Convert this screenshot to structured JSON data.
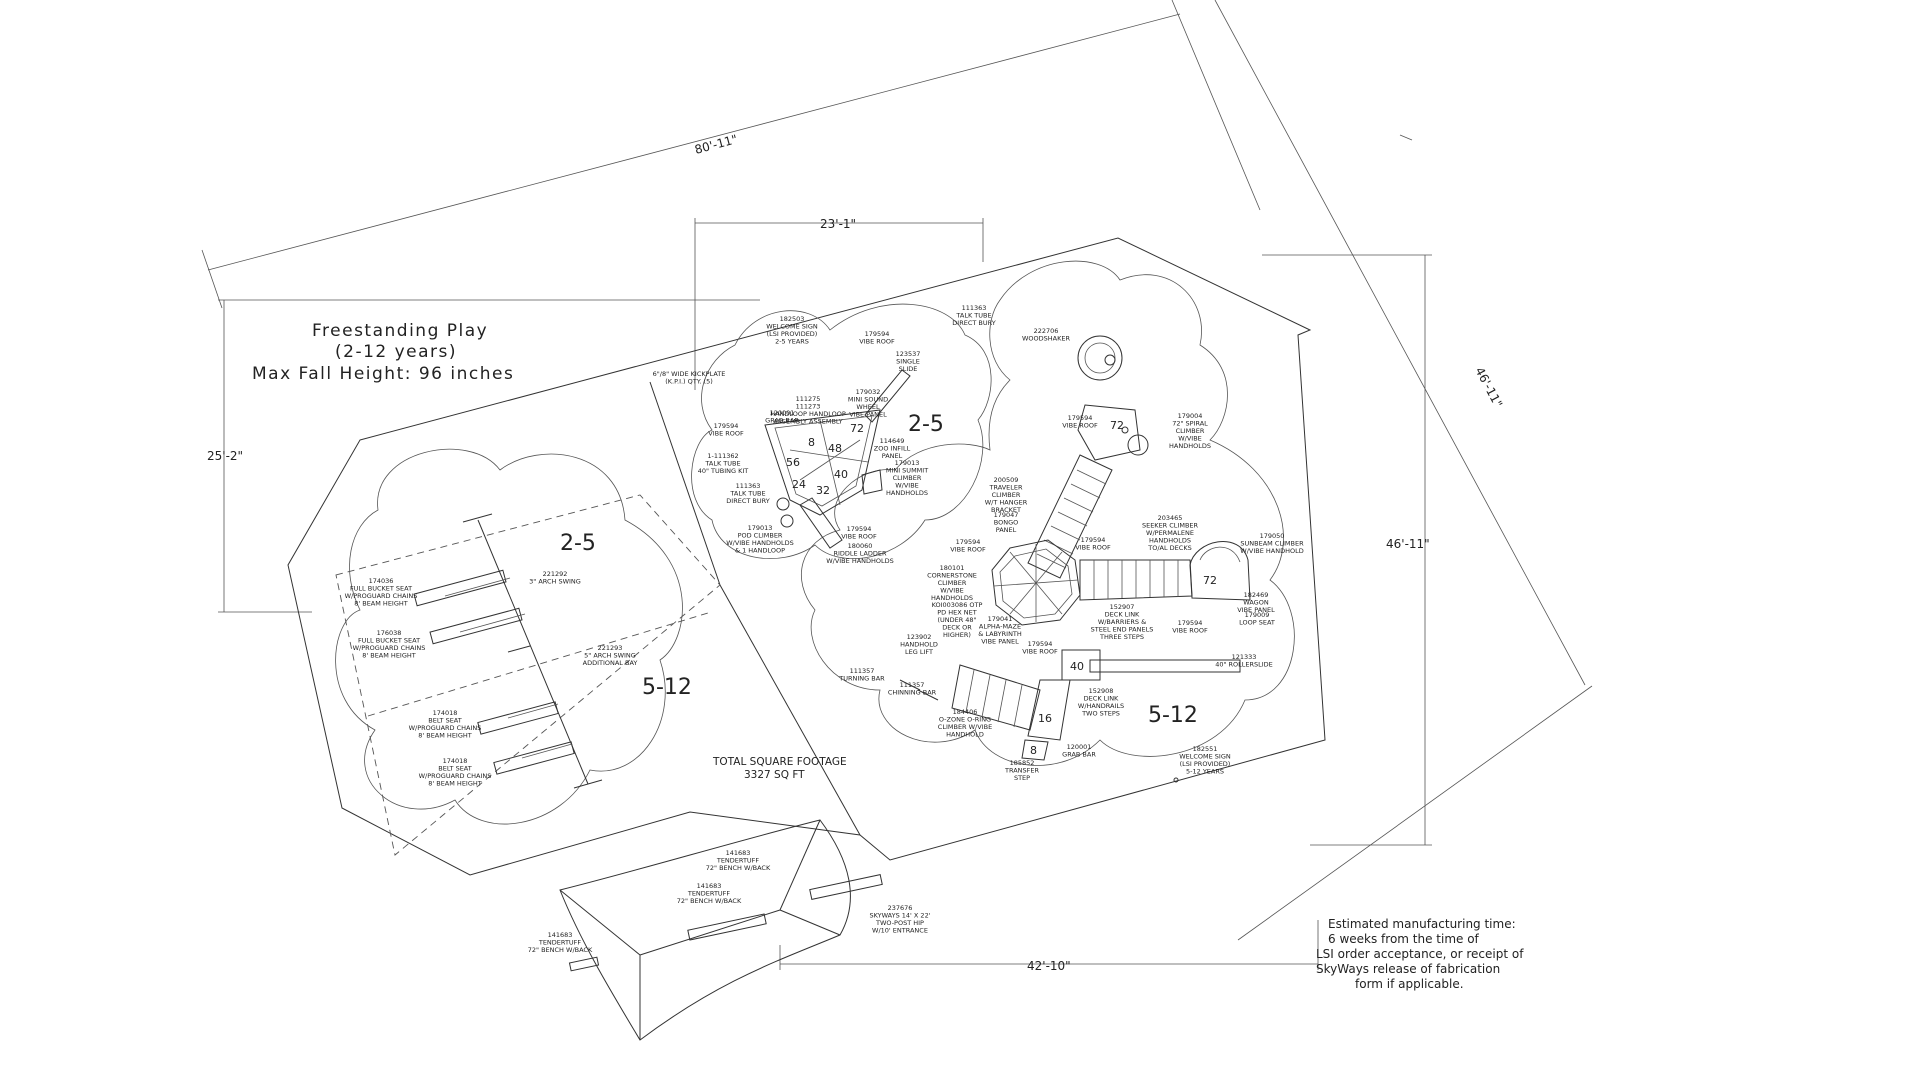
{
  "title_block": {
    "line1": "Freestanding Play",
    "line2": "(2-12 years)",
    "line3": "Max Fall Height: 96 inches"
  },
  "dimensions": {
    "overall_length": "80'-11\"",
    "width_right_outer": "46'-11\"",
    "width_right_inner": "46'-11\"",
    "top_span": "23'-1\"",
    "left_height": "25'-2\"",
    "bottom_span": "42'-10\""
  },
  "zones": {
    "swing_upper": "2-5",
    "swing_lower": "5-12",
    "tot_area": "2-5",
    "main_area": "5-12"
  },
  "total_area": {
    "label": "TOTAL SQUARE FOOTAGE",
    "value": "3327 SQ FT"
  },
  "notes": {
    "lead_time_line1": "Estimated manufacturing time:",
    "lead_time_line2": "6   weeks from the time of",
    "lead_time_line3": "LSI order acceptance, or receipt of",
    "lead_time_line4": "SkyWays release of fabrication",
    "lead_time_line5": "form if applicable."
  },
  "deck_heights": [
    "72",
    "72",
    "40",
    "16",
    "8",
    "48",
    "8",
    "56",
    "24",
    "40",
    "32",
    "72"
  ],
  "callouts": {
    "swing_arch": [
      "221292",
      "3\" ARCH SWING"
    ],
    "swing_additional_bay": [
      "221293",
      "5\" ARCH SWING",
      "ADDITIONAL BAY"
    ],
    "full_bucket_1": [
      "174036",
      "FULL BUCKET SEAT",
      "W/PROGUARD CHAINS",
      "8' BEAM HEIGHT"
    ],
    "full_bucket_2": [
      "176038",
      "FULL BUCKET SEAT",
      "W/PROGUARD CHAINS",
      "8' BEAM HEIGHT"
    ],
    "belt_seat_1": [
      "174018",
      "BELT SEAT",
      "W/PROGUARD CHAINS",
      "8' BEAM HEIGHT"
    ],
    "belt_seat_2": [
      "174018",
      "BELT SEAT",
      "W/PROGUARD CHAINS",
      "8' BEAM HEIGHT"
    ],
    "kickplate": [
      "6\"/8\" WIDE KICKPLATE",
      "(K.P.I.) QTY. (5)"
    ],
    "welcome_sign_25": [
      "182503",
      "WELCOME SIGN",
      "(LSI PROVIDED)",
      "2-5 YEARS"
    ],
    "talk_tube_top": [
      "111363",
      "TALK TUBE",
      "DIRECT BURY"
    ],
    "woodshaker": [
      "222706",
      "WOODSHAKER"
    ],
    "vibe_roof_a": [
      "179594",
      "VIBE ROOF"
    ],
    "single_slide": [
      "123537",
      "SINGLE",
      "SLIDE"
    ],
    "mini_sound_wheel": [
      "179032",
      "MINI SOUND",
      "WHEEL",
      "VIBE PANEL"
    ],
    "handloop": [
      "111275",
      "111273",
      "HANDLOOP HANDLOOP",
      "ASSEMBLY ASSEMBLY"
    ],
    "grab_bar_a": [
      "120001",
      "GRAB BAR"
    ],
    "vibe_roof_b": [
      "179594",
      "VIBE ROOF"
    ],
    "talk_tube_a": [
      "1-111362",
      "TALK TUBE",
      "40\" TUBING KIT"
    ],
    "talk_tube_b": [
      "111363",
      "TALK TUBE",
      "DIRECT BURY"
    ],
    "zoo_infill": [
      "114649",
      "ZOO INFILL",
      "PANEL"
    ],
    "mini_summit": [
      "179013",
      "MINI SUMMIT",
      "CLIMBER",
      "W/VIBE",
      "HANDHOLDS"
    ],
    "pod_climber": [
      "179013",
      "POD CLIMBER",
      "W/VIBE HANDHOLDS",
      "& 1 HANDLOOP"
    ],
    "vibe_roof_c": [
      "179594",
      "VIBE ROOF"
    ],
    "riddle_ladder": [
      "180060",
      "RIDDLE LADDER",
      "W/VIBE HANDHOLDS"
    ],
    "vibe_roof_d": [
      "179594",
      "VIBE ROOF"
    ],
    "spiral_climber": [
      "179004",
      "72\" SPIRAL",
      "CLIMBER",
      "W/VIBE",
      "HANDHOLDS"
    ],
    "traveler_climber": [
      "200509",
      "TRAVELER",
      "CLIMBER",
      "W/T HANGER",
      "BRACKET"
    ],
    "bongo_panel": [
      "179047",
      "BONGO",
      "PANEL"
    ],
    "vibe_roof_e": [
      "179594",
      "VIBE ROOF"
    ],
    "vibe_roof_f": [
      "179594",
      "VIBE ROOF"
    ],
    "seeker_climber": [
      "203465",
      "SEEKER CLIMBER",
      "W/PERMALENE",
      "HANDHOLDS",
      "TO/AL DECKS"
    ],
    "sunbeam_climber": [
      "179050",
      "SUNBEAM CLIMBER",
      "W/VIBE HANDHOLD"
    ],
    "cornerstone_climber": [
      "180101",
      "CORNERSTONE",
      "CLIMBER",
      "W/VIBE",
      "HANDHOLDS"
    ],
    "hex_net": [
      "KOI003086 OTP",
      "PD HEX NET",
      "(UNDER 48\"",
      "DECK OR",
      "HIGHER)"
    ],
    "deck_link": [
      "152907",
      "DECK LINK",
      "W/BARRIERS &",
      "STEEL END PANELS",
      "THREE STEPS"
    ],
    "alpha_maze": [
      "179041",
      "ALPHA-MAZE",
      "& LABYRINTH",
      "VIBE PANEL"
    ],
    "vibe_roof_g": [
      "179594",
      "VIBE ROOF"
    ],
    "vibe_roof_h": [
      "179594",
      "VIBE ROOF"
    ],
    "wagon_vibe": [
      "182469",
      "WAGON",
      "VIBE PANEL"
    ],
    "loop_seat": [
      "179009",
      "LOOP SEAT"
    ],
    "handhold_leg": [
      "123902",
      "HANDHOLD",
      "LEG LIFT"
    ],
    "turning_bar": [
      "111357",
      "TURNING BAR"
    ],
    "chinning_bar": [
      "111357",
      "CHINNING BAR"
    ],
    "rollerslide": [
      "121333",
      "40\" ROLLERSLIDE"
    ],
    "o_zone": [
      "184406",
      "O-ZONE O-RING",
      "CLIMBER W/VIBE",
      "HANDHOLD"
    ],
    "deck_link_handrails": [
      "152908",
      "DECK LINK",
      "W/HANDRAILS",
      "TWO STEPS"
    ],
    "transfer_step": [
      "185852",
      "TRANSFER",
      "STEP"
    ],
    "grab_bar_b": [
      "120001",
      "GRAB BAR"
    ],
    "welcome_sign_512": [
      "182551",
      "WELCOME SIGN",
      "(LSI PROVIDED)",
      "5-12 YEARS"
    ],
    "bench_a": [
      "141683",
      "TENDERTUFF",
      "72\" BENCH W/BACK"
    ],
    "bench_b": [
      "141683",
      "TENDERTUFF",
      "72\" BENCH W/BACK"
    ],
    "bench_c": [
      "141683",
      "TENDERTUFF",
      "72\" BENCH W/BACK"
    ],
    "shade": [
      "237676",
      "SKYWAYS 14' X 22'",
      "TWO-POST HIP",
      "W/10' ENTRANCE"
    ]
  }
}
